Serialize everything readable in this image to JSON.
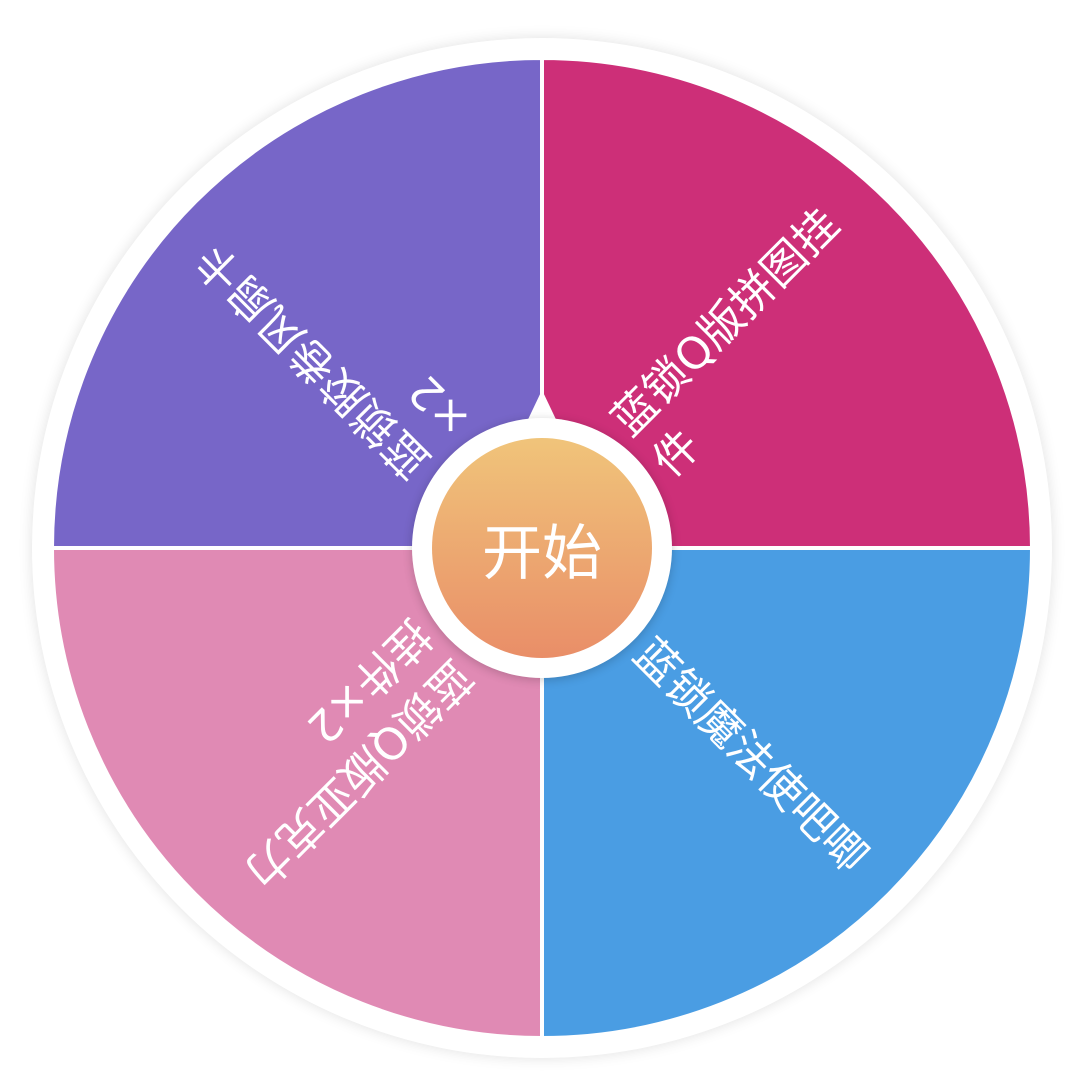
{
  "wheel": {
    "segments": [
      {
        "label": "蓝锁Q版拼图挂件",
        "color": "#cd2f78"
      },
      {
        "label": "蓝锁魔法使吧唧",
        "color": "#4a9de3"
      },
      {
        "label": "蓝锁Q版亚克力挂件×2",
        "color": "#e08ab4"
      },
      {
        "label": "蓝锁胶卷风扇卡×2",
        "color": "#7766c8"
      }
    ],
    "start_label": "开始",
    "start_gradient": [
      "#f0c47a",
      "#e98e68"
    ]
  }
}
